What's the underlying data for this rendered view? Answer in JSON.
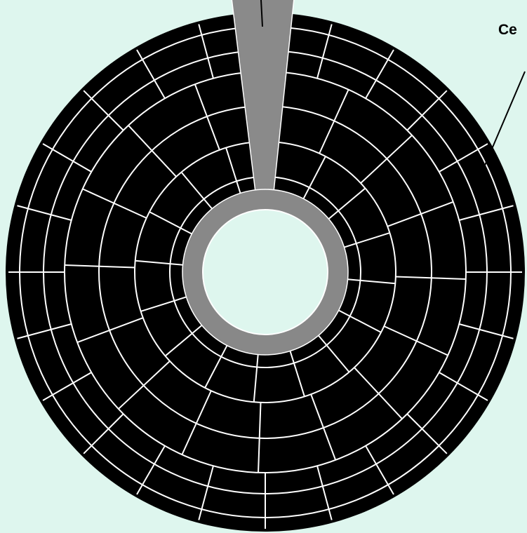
{
  "diagram": {
    "callout_label": "Ce",
    "colors": {
      "background": "#def6ee",
      "platter": "#000000",
      "track_lines": "#ffffff",
      "hub": "#888888",
      "highlight_sector": "#8a8a8a",
      "center_hole": "#def6ee"
    },
    "track_ring_count": 6,
    "sector_counts_per_band": [
      16,
      16,
      24
    ]
  }
}
